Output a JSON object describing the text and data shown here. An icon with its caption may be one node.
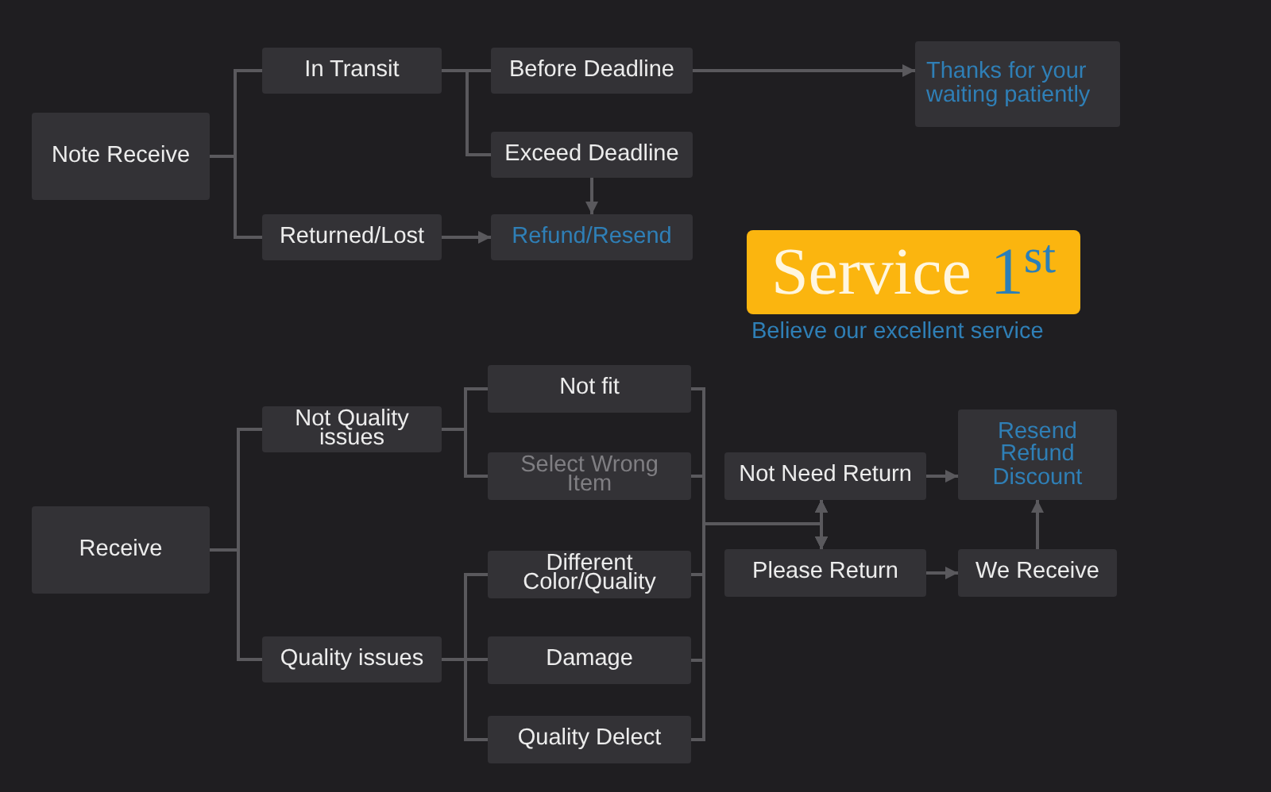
{
  "diagram": {
    "nodes": [
      {
        "text": [
          "Note Receive"
        ]
      },
      {
        "text": [
          "In Transit"
        ]
      },
      {
        "text": [
          "Returned/Lost"
        ]
      },
      {
        "text": [
          "Before Deadline"
        ]
      },
      {
        "text": [
          "Exceed Deadline"
        ]
      },
      {
        "text": [
          "Refund/Resend"
        ]
      },
      {
        "text": [
          "Thanks for your waiting patiently"
        ]
      },
      {
        "text": [
          "Service",
          "1$^{st}$"
        ],
        "beside": [
          "Believe our excellent service"
        ]
      },
      {
        "text": [
          "Receive"
        ]
      },
      {
        "text": [
          "Not Quality issues"
        ]
      },
      {
        "text": [
          "Quality issues"
        ]
      },
      {
        "text": [
          "Not fit"
        ]
      },
      {
        "text": [
          "Select Wrong Item"
        ]
      },
      {
        "text": [
          "Different Color/Quality"
        ]
      },
      {
        "text": [
          "Damage"
        ]
      },
      {
        "text": [
          "Quality Delect"
        ]
      },
      {
        "text": [
          "Not Need Return"
        ]
      },
      {
        "text": [
          "Please Return"
        ]
      },
      {
        "text": [
          "Resend Refund Discount"
        ]
      },
      {
        "text": [
          "We Receive"
        ]
      }
    ],
    "edges": [
      {
        "from": 0,
        "to": 1,
        "arrow": "none"
      },
      {
        "from": 0,
        "to": 2,
        "arrow": "none"
      },
      {
        "from": 1,
        "to": 3,
        "arrow": "none"
      },
      {
        "from": 1,
        "to": 4,
        "arrow": "none"
      },
      {
        "from": 3,
        "to": 6,
        "arrow": "to"
      },
      {
        "from": 4,
        "to": 5,
        "arrow": "to"
      },
      {
        "from": 2,
        "to": 5,
        "arrow": "to"
      },
      {
        "from": 8,
        "to": 9,
        "arrow": "none"
      },
      {
        "from": 8,
        "to": 10,
        "arrow": "none"
      },
      {
        "from": 9,
        "to": 11,
        "arrow": "none"
      },
      {
        "from": 9,
        "to": 12,
        "arrow": "none"
      },
      {
        "from": 10,
        "to": 13,
        "arrow": "none"
      },
      {
        "from": 10,
        "to": 14,
        "arrow": "none"
      },
      {
        "from": 10,
        "to": 15,
        "arrow": "none"
      },
      {
        "from": 11,
        "to": 16,
        "arrow": "to"
      },
      {
        "from": 12,
        "to": 16,
        "arrow": "to"
      },
      {
        "from": 13,
        "to": 16,
        "arrow": "to"
      },
      {
        "from": 14,
        "to": 16,
        "arrow": "to"
      },
      {
        "from": 15,
        "to": 16,
        "arrow": "to"
      },
      {
        "from": 11,
        "to": 17,
        "arrow": "to"
      },
      {
        "from": 12,
        "to": 17,
        "arrow": "to"
      },
      {
        "from": 13,
        "to": 17,
        "arrow": "to"
      },
      {
        "from": 14,
        "to": 17,
        "arrow": "to"
      },
      {
        "from": 15,
        "to": 17,
        "arrow": "to"
      },
      {
        "from": 16,
        "to": 18,
        "arrow": "to"
      },
      {
        "from": 17,
        "to": 19,
        "arrow": "to"
      },
      {
        "from": 19,
        "to": 18,
        "arrow": "to"
      }
    ]
  }
}
